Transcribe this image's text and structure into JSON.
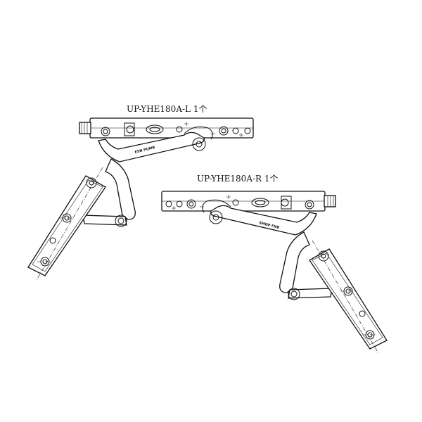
{
  "labels": {
    "left_part": "UP-YHE180A-L 1个",
    "right_part": "UP-YHE180A-R 1个"
  },
  "stamps": {
    "left_arm": "ESN PUMB",
    "right_arm": "SMDP FNB"
  },
  "colors": {
    "line": "#111111",
    "background": "#ffffff"
  }
}
